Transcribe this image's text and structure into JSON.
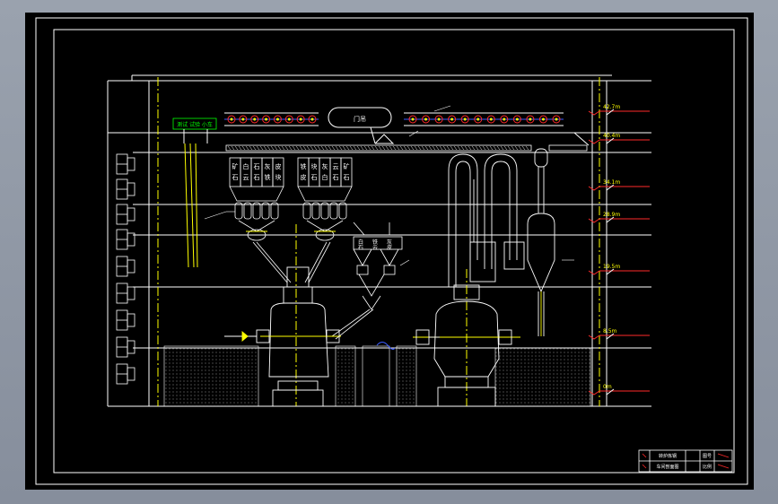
{
  "drawing": {
    "colors": {
      "background": "#000000",
      "line": "#ffffff",
      "accent_yellow": "#ffff00",
      "accent_red": "#ff2a2a",
      "accent_blue": "#3c5cff",
      "accent_green": "#00ff00",
      "accent_cyan": "#00ffff"
    },
    "top_label": "门吊",
    "crane_label": "测试 试验 小车",
    "bin_labels_left": [
      "矿",
      "石",
      "白",
      "云",
      "石",
      "石",
      "灰",
      "铁",
      "皮",
      "块"
    ],
    "bin_labels_right": [
      "铁",
      "皮",
      "块",
      "石",
      "灰",
      "白",
      "云",
      "石",
      "矿",
      "石"
    ],
    "mid_bin_labels": [
      "白",
      "石",
      "铁",
      "云",
      "灰",
      "皮"
    ],
    "elevations": [
      "42.7m",
      "40.4m",
      "34.1m",
      "28.9m",
      "19.5m",
      "8.5m",
      "0m"
    ],
    "title_block": {
      "left_text": [
        "转炉炼钢",
        "车间剖面图"
      ],
      "right_text": [
        "图号",
        "比例"
      ]
    }
  }
}
